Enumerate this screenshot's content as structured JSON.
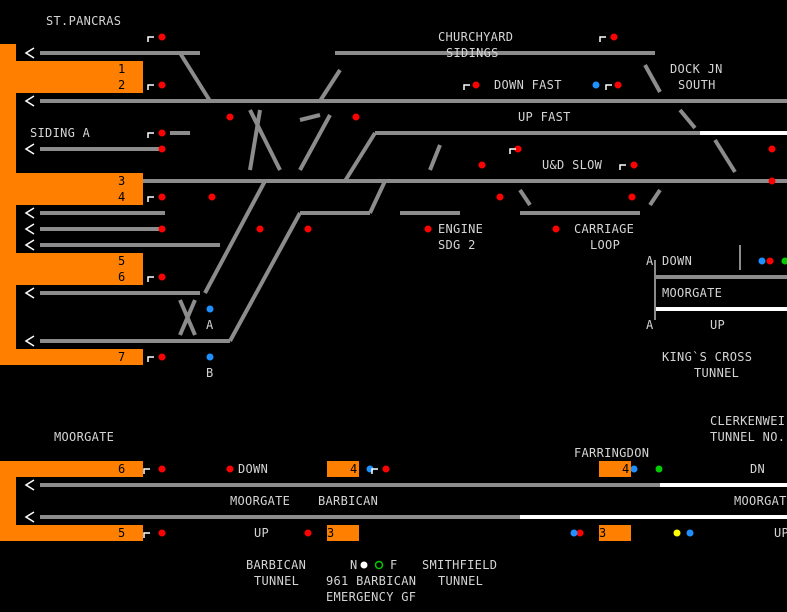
{
  "colors": {
    "background": "#000000",
    "platform": "#ff8000",
    "track": "#8c8c8c",
    "track_route_set": "#ffffff",
    "signal_red": "#ff0000",
    "signal_blue": "#1e90ff",
    "signal_green": "#00cc00",
    "signal_yellow": "#ffff00",
    "text": "#d4d4d4"
  },
  "stations": {
    "st_pancras": "ST.PANCRAS",
    "moorgate_top": "MOORGATE",
    "moorgate_bottom": "MOORGATE",
    "moorgate_right": "MOORGATE",
    "barbican": "BARBICAN",
    "farringdon": "FARRINGDON",
    "dock_jn_1": "DOCK JN",
    "dock_jn_2": "SOUTH"
  },
  "sidings": {
    "churchyard_1": "CHURCHYARD",
    "churchyard_2": "SIDINGS",
    "siding_a": "SIDING A",
    "engine_1": "ENGINE",
    "engine_2": "SDG 2",
    "carriage_1": "CARRIAGE",
    "carriage_2": "LOOP"
  },
  "lines": {
    "down_fast": "DOWN FAST",
    "up_fast": "UP FAST",
    "ud_slow": "U&D SLOW",
    "a_down": "DOWN",
    "a_up": "UP",
    "down_bottom": "DOWN",
    "up_bottom": "UP",
    "dn_right": "DN",
    "up_right": "UP"
  },
  "tunnels": {
    "kings_cross_1": "KING`S CROSS",
    "kings_cross_2": "TUNNEL",
    "barbican_1": "BARBICAN",
    "barbican_2": "TUNNEL",
    "smithfield_1": "SMITHFIELD",
    "smithfield_2": "TUNNEL",
    "clerkenwell_1": "CLERKENWEI",
    "clerkenwell_2": "TUNNEL NO."
  },
  "emergency": {
    "line1": "961 BARBICAN",
    "line2": "EMERGENCY GF",
    "n_label": "N",
    "f_label": "F"
  },
  "platforms": {
    "p1": "1",
    "p2": "2",
    "p3": "3",
    "p4": "4",
    "p5": "5",
    "p6": "6",
    "p7": "7",
    "m6": "6",
    "m5": "5",
    "b4": "4",
    "b3": "3",
    "f4": "4",
    "f3": "3"
  },
  "markers": {
    "a": "A",
    "b": "B"
  }
}
